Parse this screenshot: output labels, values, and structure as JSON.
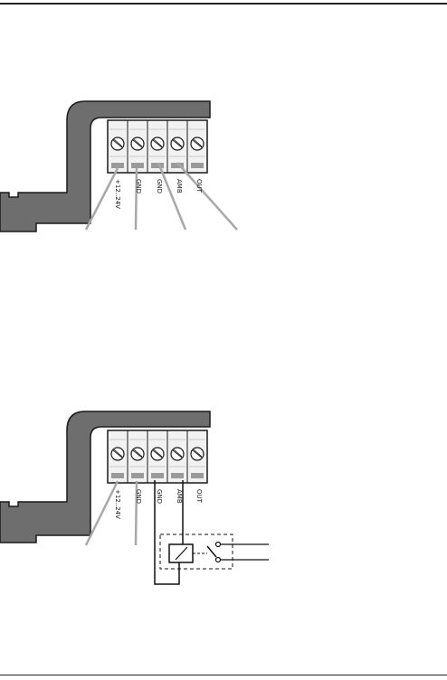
{
  "colors": {
    "housing": "#6e6e6e",
    "housing_outline": "#1a1a1a",
    "block_fill": "#f2f2f2",
    "terminal_tab": "#9a9a9a",
    "wire_gray": "#a8a8a8",
    "wire_black": "#111111"
  },
  "diagram_top": {
    "terminals": [
      {
        "label": "+12..24V"
      },
      {
        "label": "GND"
      },
      {
        "label": "GND"
      },
      {
        "label": "AMB"
      },
      {
        "label": "OUT"
      }
    ]
  },
  "diagram_bottom": {
    "terminals": [
      {
        "label": "+12..24V"
      },
      {
        "label": "GND"
      },
      {
        "label": "GND"
      },
      {
        "label": "AMB"
      },
      {
        "label": "OUT"
      }
    ],
    "relay_icon": "relay-coil-with-switch-icon"
  }
}
